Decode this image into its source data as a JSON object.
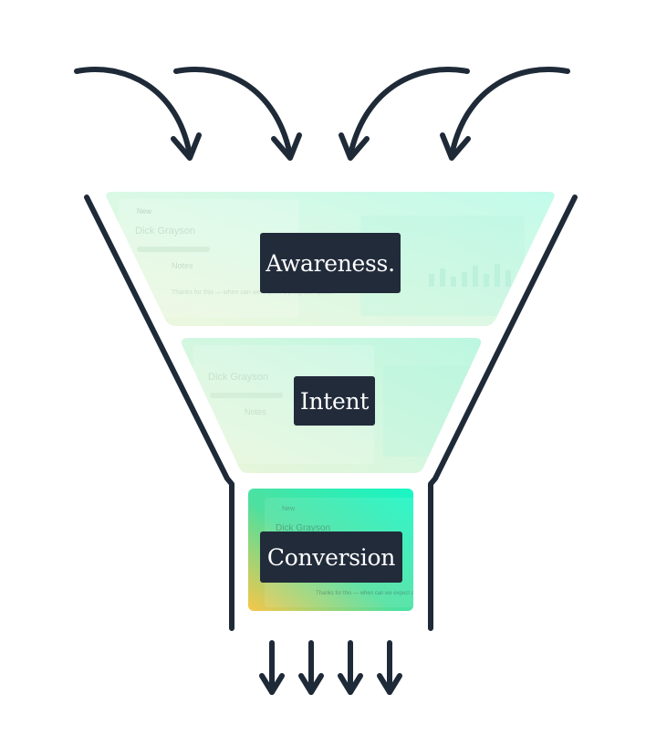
{
  "funnel": {
    "colors": {
      "outline": "#1f2a38",
      "label_background": "#212b3a",
      "label_text": "#ffffff",
      "awareness_fill": [
        "#e9f7dc",
        "#c3fbe8"
      ],
      "intent_fill": [
        "#e6f6d6",
        "#bff8e1"
      ],
      "conversion_fill": [
        "#f7c64a",
        "#39e1b3",
        "#1ef5c4"
      ]
    },
    "stages": [
      {
        "id": "awareness",
        "label": "Awareness."
      },
      {
        "id": "intent",
        "label": "Intent"
      },
      {
        "id": "conversion",
        "label": "Conversion"
      }
    ],
    "inflow_arrows": 4,
    "outflow_arrows": 4,
    "background_ui": {
      "row_labels": [
        "New",
        "Dick Grayson",
        "Notes"
      ],
      "message_text": "Thanks for this — when can we expect a progress update?"
    }
  }
}
